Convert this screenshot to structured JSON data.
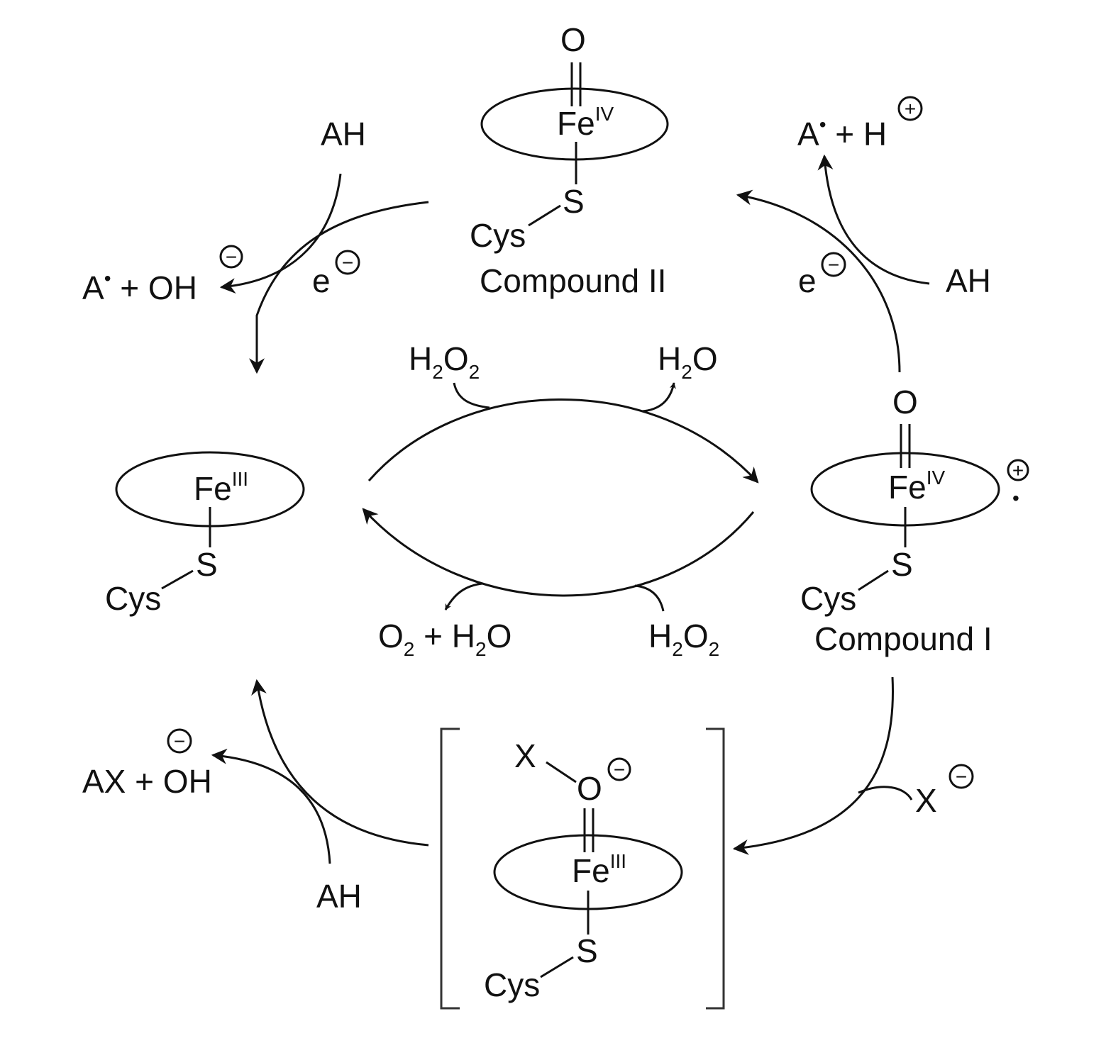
{
  "intermediates": {
    "resting": {
      "metal": "Fe",
      "ox": "III",
      "ligand_s": "S",
      "ligand_cys": "Cys"
    },
    "compound_ii": {
      "oxo": "O",
      "metal": "Fe",
      "ox": "IV",
      "ligand_s": "S",
      "ligand_cys": "Cys",
      "name": "Compound II"
    },
    "compound_i": {
      "oxo": "O",
      "metal": "Fe",
      "ox": "IV",
      "charge": "+",
      "radical": "•",
      "ligand_s": "S",
      "ligand_cys": "Cys",
      "name": "Compound I"
    },
    "hypohalite": {
      "x": "X",
      "o": "O",
      "charge": "−",
      "metal": "Fe",
      "ox": "III",
      "ligand_s": "S",
      "ligand_cys": "Cys"
    }
  },
  "species": {
    "ah_top_left": "AH",
    "a_oh_top_left": {
      "a": "A",
      "dot": "•",
      "rest": " + OH",
      "charge": "−"
    },
    "e_top_left": {
      "e": "e",
      "charge": "−"
    },
    "a_h_top_right": {
      "a": "A",
      "dot": "•",
      "rest": " + H",
      "charge": "+"
    },
    "e_top_right": {
      "e": "e",
      "charge": "−"
    },
    "ah_right": "AH",
    "h2o2_top": {
      "a": "H",
      "s1": "2",
      "b": "O",
      "s2": "2"
    },
    "h2o_top": {
      "a": "H",
      "s1": "2",
      "b": "O"
    },
    "o2_h2o_bottom": {
      "a": "O",
      "s1": "2",
      "b": " + H",
      "s2": "2",
      "c": "O"
    },
    "h2o2_bottom": {
      "a": "H",
      "s1": "2",
      "b": "O",
      "s2": "2"
    },
    "x_minus": {
      "x": "X",
      "charge": "−"
    },
    "ax_oh": {
      "text": "AX + OH",
      "charge": "−"
    },
    "ah_bottom": "AH"
  }
}
